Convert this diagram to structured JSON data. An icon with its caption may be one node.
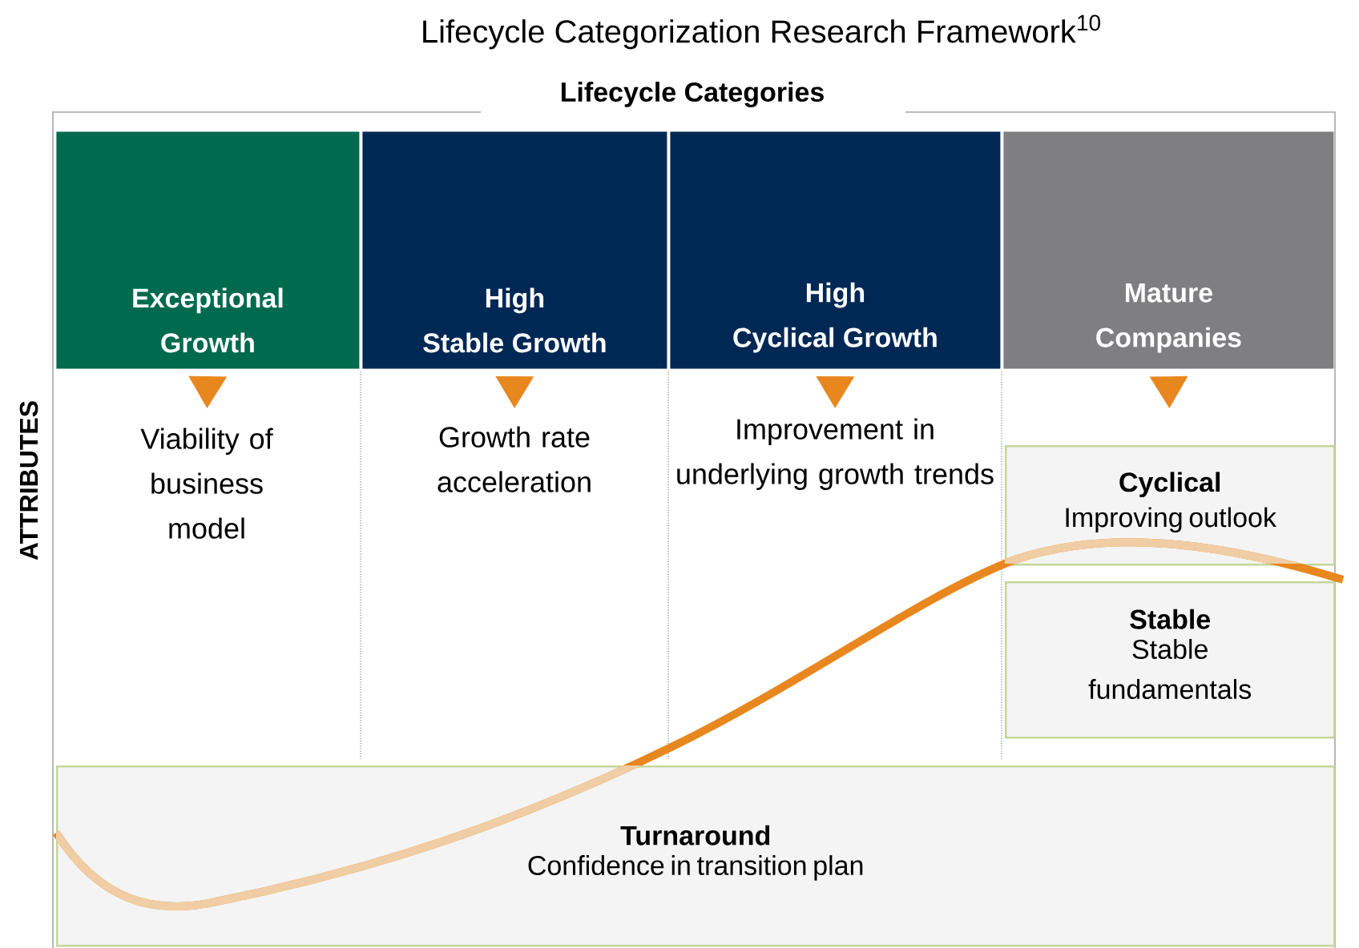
{
  "diagram": {
    "title": "Lifecycle Categorization Research Framework$^{10}$",
    "nodes": [
      {
        "text": [
          "Exceptional Growth"
        ]
      },
      {
        "text": [
          "High Stable Growth"
        ]
      },
      {
        "text": [
          "High Cyclical Growth"
        ]
      },
      {
        "text": [
          "Mature Companies"
        ]
      },
      {
        "text": [
          "Viability of business model"
        ]
      },
      {
        "text": [
          "Growth rate acceleration"
        ]
      },
      {
        "text": [
          "Improvement in underlying growth trends"
        ]
      },
      {
        "text": [
          "Cyclical",
          "Improving outlook"
        ]
      },
      {
        "text": [
          "Stable",
          "Stable fundamentals"
        ]
      },
      {
        "text": [
          "Turnaround",
          "Confidence in transition plan"
        ]
      }
    ],
    "edges": [
      {
        "from": 0,
        "to": 4,
        "arrow": "to"
      },
      {
        "from": 1,
        "to": 5,
        "arrow": "to"
      },
      {
        "from": 2,
        "to": 6,
        "arrow": "to"
      },
      {
        "from": 3,
        "to": 7,
        "arrow": "to"
      }
    ],
    "labels": [
      "Lifecycle Categories",
      "ATTRIBUTES"
    ]
  }
}
